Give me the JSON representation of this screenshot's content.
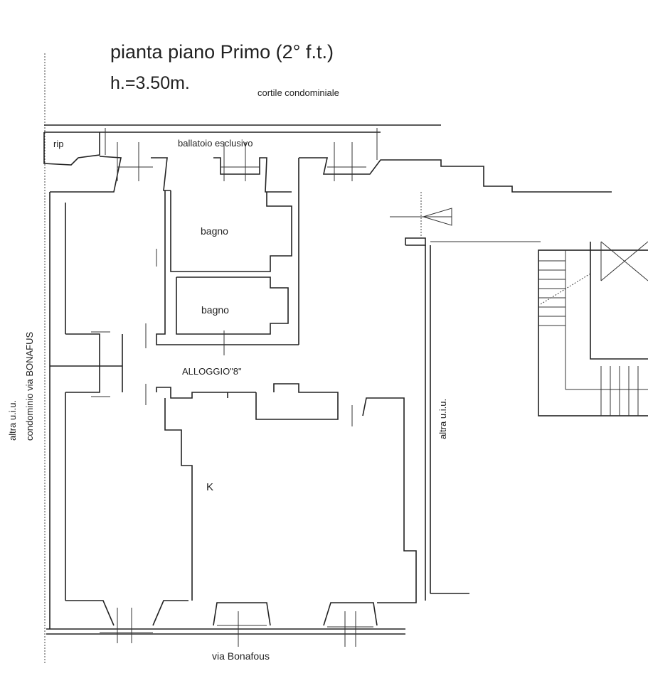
{
  "title": "pianta piano Primo (2° f.t.)",
  "height_label": "h.=3.50m.",
  "labels": {
    "courtyard": "cortile condominiale",
    "storage": "rip",
    "balcony": "ballatoio esclusivo",
    "bathroom_1": "bagno",
    "bathroom_2": "bagno",
    "unit": "ALLOGGIO\"8\"",
    "kitchen": "K",
    "street": "via Bonafous",
    "left_neighbor_1": "altra u.i.u.",
    "left_neighbor_2": "condominio via BONAFUS",
    "right_neighbor": "altra u.i.u."
  }
}
